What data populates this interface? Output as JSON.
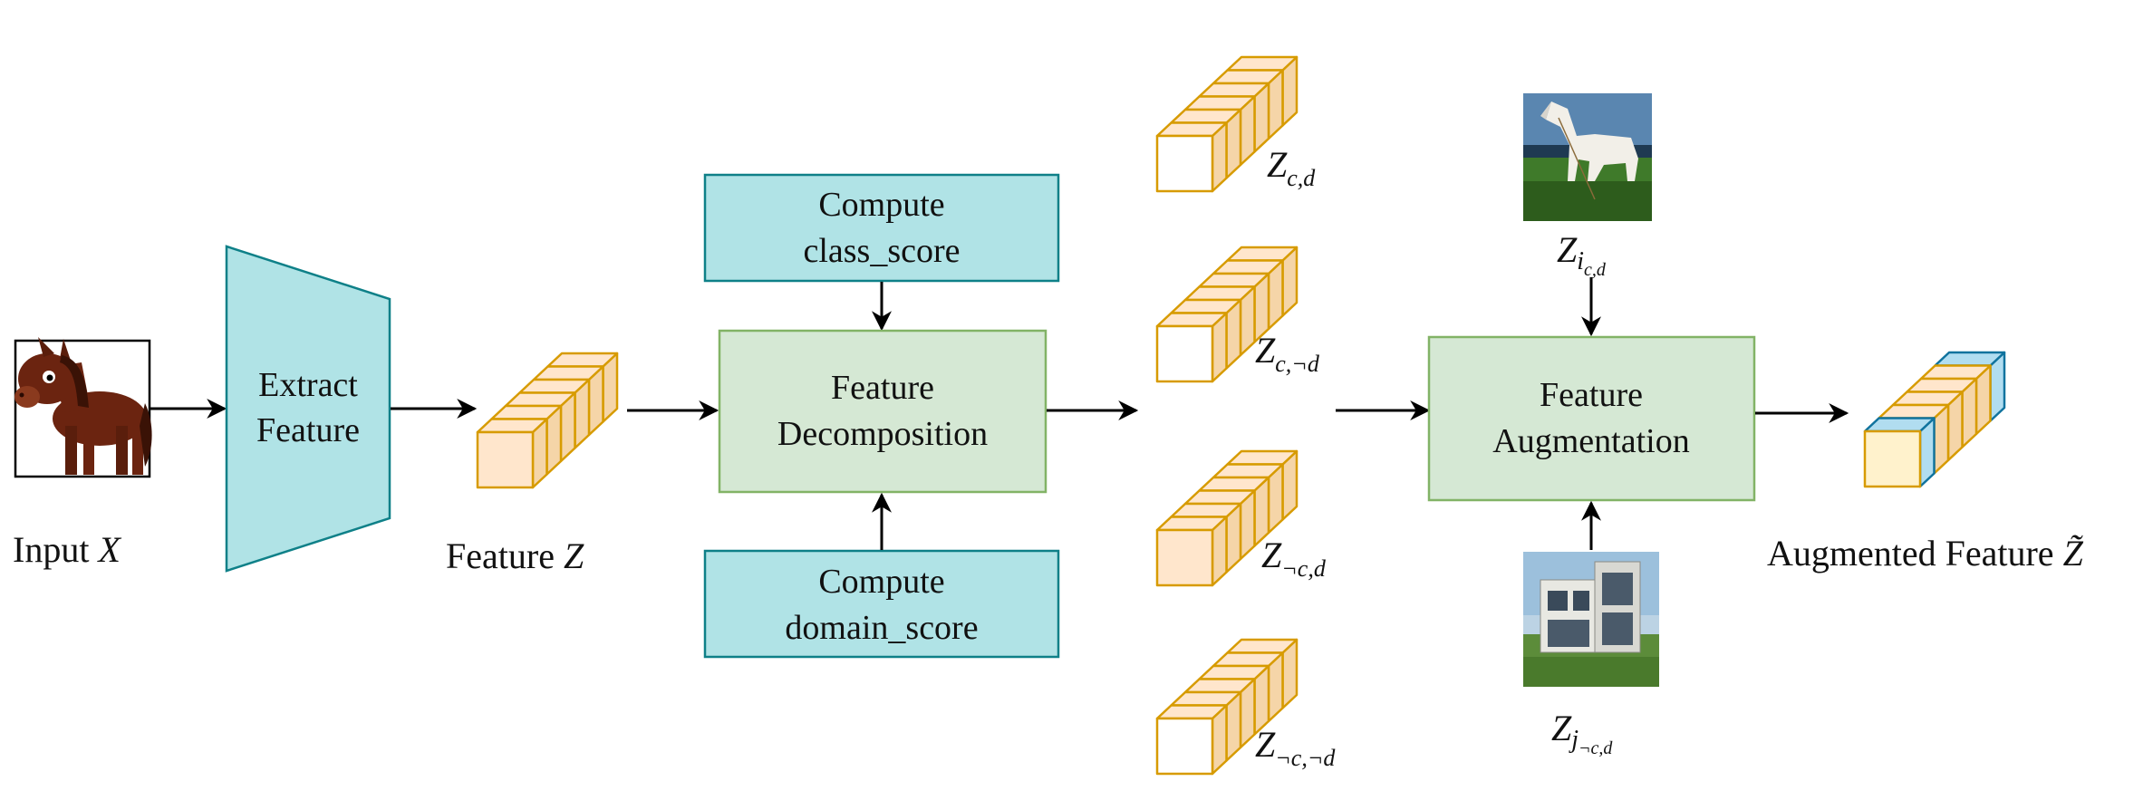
{
  "input": {
    "label": "Input",
    "var": "X"
  },
  "extract": {
    "line1": "Extract",
    "line2": "Feature"
  },
  "feature": {
    "label": "Feature",
    "var": "Z"
  },
  "class_score": {
    "line1": "Compute",
    "line2": "class_score"
  },
  "domain_score": {
    "line1": "Compute",
    "line2": "domain_score"
  },
  "decomposition": {
    "line1": "Feature",
    "line2": "Decomposition"
  },
  "outputs": [
    {
      "main": "Z",
      "sub": "c,d"
    },
    {
      "main": "Z",
      "sub": "c,¬d"
    },
    {
      "main": "Z",
      "sub": "¬c,d"
    },
    {
      "main": "Z",
      "sub": "¬c,¬d"
    }
  ],
  "augmentation": {
    "line1": "Feature",
    "line2": "Augmentation"
  },
  "sample_top": {
    "main": "Z",
    "sub": "i",
    "subsub": "c,d"
  },
  "sample_bottom": {
    "main": "Z",
    "sub": "j",
    "subsub": "¬c,d"
  },
  "augmented": {
    "label": "Augmented Feature",
    "var": "Z̃"
  },
  "colors": {
    "teal_fill": "#b0e3e6",
    "teal_stroke": "#0e8088",
    "green_fill": "#d5e8d4",
    "green_stroke": "#82b366",
    "cube_stroke": "#d79b00",
    "cube_front": "#ffe6cc",
    "cube_side": "#f5d5a8",
    "aug_front": "#fff2cc",
    "aug_blue": "#b1ddf0",
    "aug_blue_stroke": "#10739e"
  }
}
